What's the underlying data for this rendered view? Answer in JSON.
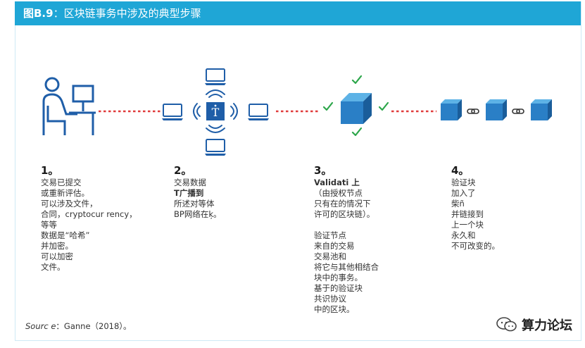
{
  "figure": {
    "label": "图B.9",
    "title": "：区块链事务中涉及的典型步骤"
  },
  "colors": {
    "title_bar": "#1fa6d6",
    "icon_blue": "#1f5ea8",
    "cube_front": "#2a7fc6",
    "cube_top": "#5db2e6",
    "cube_side": "#1a5d9a",
    "dotted_line": "#e03a3a",
    "check": "#2ca64a"
  },
  "icons": {
    "user": "person-at-computer-icon",
    "laptop": "laptop-icon",
    "broadcast": "wireless-broadcast-icon",
    "transaction": "transaction-document-icon",
    "cube": "block-cube-icon",
    "check": "checkmark-icon",
    "chain_link": "chain-link-icon"
  },
  "steps": [
    {
      "number": "1。",
      "lines": [
        "交易已提交",
        "或重新评估。",
        "可以涉及文件，",
        "合同，cryptocur rency，",
        "等等",
        "数据是“哈希”",
        "并加密。",
        "可以加密",
        "文件。"
      ]
    },
    {
      "number": "2。",
      "lines": [
        "交易数据",
        "T广播到",
        "所述对等体",
        "BP网络在ķ。"
      ]
    },
    {
      "number": "3。",
      "lines_a": [
        "Validati 上",
        "（由授权节点",
        "只有在的情况下",
        "许可的区块链）。"
      ],
      "lines_b": [
        "验证节点",
        "来自的交易",
        "交易池和",
        "将它与其他相结合",
        "块中的事务。",
        "基于的验证块",
        "共识协议",
        "中的区块。"
      ]
    },
    {
      "number": "4。",
      "lines": [
        "验证块",
        "加入了",
        "柴ñ",
        "并链接到",
        "上一个块",
        "永久和",
        "不可改变的。"
      ]
    }
  ],
  "source": {
    "label": "Sourc e",
    "text": "：Ganne（2018）。"
  },
  "watermark": {
    "text": "算力论坛"
  }
}
